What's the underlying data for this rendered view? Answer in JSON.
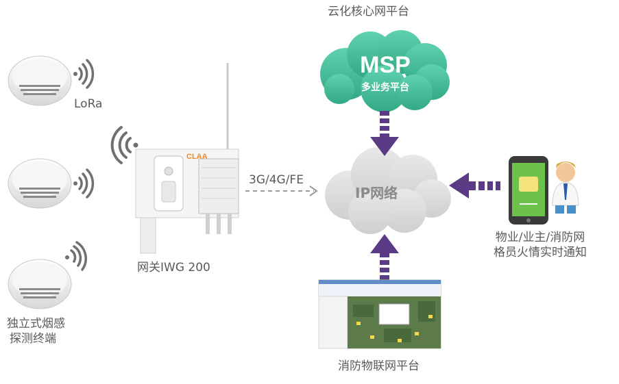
{
  "cloud_platform_title": "云化核心网平台",
  "msp": {
    "title": "MSP",
    "subtitle": "多业务平台"
  },
  "network": {
    "label": "IP网络"
  },
  "link_label": "3G/4G/FE",
  "lora_label": "LoRa",
  "gateway_label": "网关IWG 200",
  "gateway_brand": "CLAA",
  "detector_label": [
    "独立式烟感",
    "探测终端"
  ],
  "notify_label": [
    "物业/业主/消防网",
    "格员火情实时通知"
  ],
  "iot_platform_label": "消防物联网平台",
  "colors": {
    "cloud_green": "#4cc3a0",
    "network_gray": "#d9d9d9",
    "arrow_purple": "#5b3a86",
    "phone_green": "#6cc24a",
    "brand_orange": "#f08a1c"
  }
}
